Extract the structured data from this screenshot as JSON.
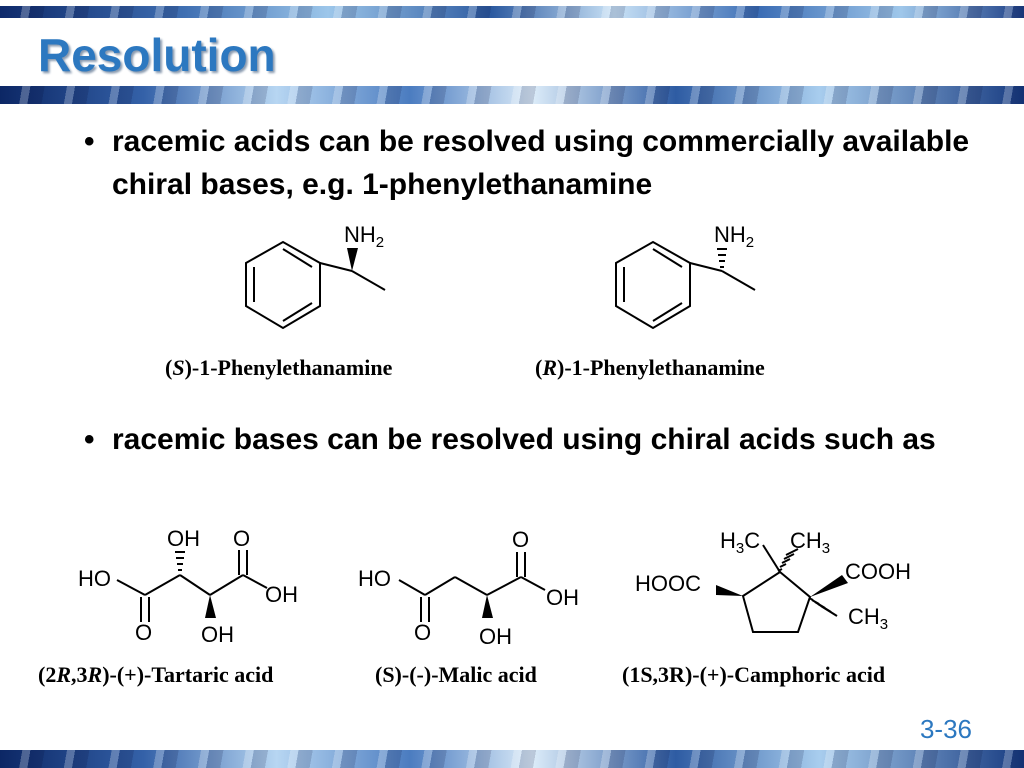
{
  "slide": {
    "title": "Resolution",
    "page_number": "3-36"
  },
  "bullets": [
    {
      "text": "racemic acids can be resolved using commercially available chiral bases, e.g. 1-phenylethanamine"
    },
    {
      "text": "racemic bases can be resolved using chiral acids such as"
    }
  ],
  "bullet_glyph": "•",
  "structures": {
    "s_amine": {
      "prefix": "(",
      "descriptor": "S",
      "suffix": ")-1-Phenylethanamine",
      "group": "NH",
      "sub": "2"
    },
    "r_amine": {
      "prefix": "(",
      "descriptor": "R",
      "suffix": ")-1-Phenylethanamine",
      "group": "NH",
      "sub": "2"
    },
    "tartaric": {
      "prefix": "(2",
      "d1": "R",
      "mid": ",3",
      "d2": "R",
      "suffix": ")-(+)-Tartaric acid",
      "oh_top": "OH",
      "o_top": "O",
      "ho": "HO",
      "oh_right": "OH",
      "o_bottom": "O",
      "oh_bottom": "OH"
    },
    "malic": {
      "caption": "(S)-(-)-Malic acid",
      "ho": "HO",
      "o_top": "O",
      "oh_right": "OH",
      "o_bottom": "O",
      "oh_bottom": "OH"
    },
    "camphoric": {
      "caption": "(1S,3R)-(+)-Camphoric acid",
      "h3c_h": "H",
      "h3c_sub": "3",
      "h3c_c": "C",
      "ch3_top_c": "CH",
      "ch3_top_sub": "3",
      "cooh": "COOH",
      "hooc": "HOOC",
      "ch3_bottom_c": "CH",
      "ch3_bottom_sub": "3"
    }
  },
  "colors": {
    "title": "#2c78c0",
    "page_number": "#2c78c0",
    "text": "#000000"
  }
}
